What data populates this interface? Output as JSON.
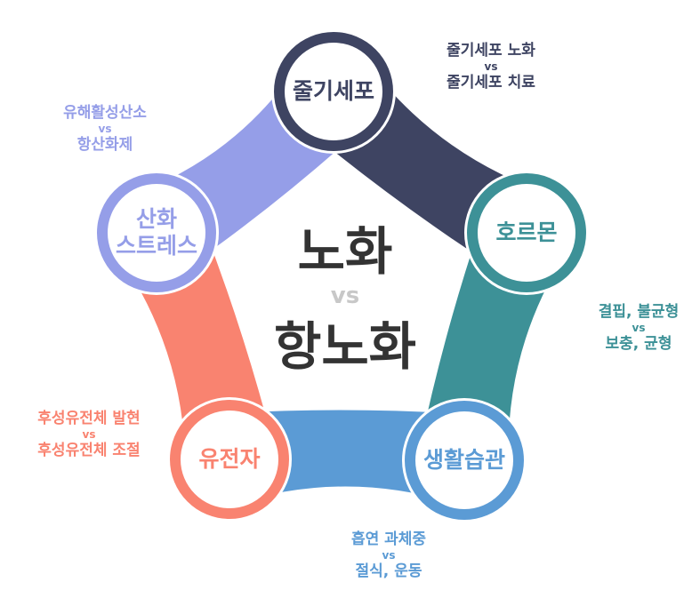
{
  "center": {
    "title_top": "노화",
    "vs": "vs",
    "title_bottom": "항노화"
  },
  "nodes": [
    {
      "id": "stem-cell",
      "label": "줄기세포",
      "color": "#3e4462",
      "caption": [
        "줄기세포 노화",
        "vs",
        "줄기세포 치료"
      ]
    },
    {
      "id": "hormone",
      "label": "호르몬",
      "color": "#3d9197",
      "caption": [
        "결핍, 불균형",
        "vs",
        "보충, 균형"
      ]
    },
    {
      "id": "lifestyle",
      "label": "생활습관",
      "color": "#5b9bd5",
      "caption": [
        "흡연 과체중",
        "vs",
        "절식, 운동"
      ]
    },
    {
      "id": "gene",
      "label": "유전자",
      "color": "#f98370",
      "caption": [
        "후성유전체 발현",
        "vs",
        "후성유전체 조절"
      ]
    },
    {
      "id": "oxidative-stress",
      "label": "산화\n스트레스",
      "label_lines": [
        "산화",
        "스트레스"
      ],
      "color": "#959ee8",
      "caption": [
        "유해활성산소",
        "vs",
        "항산화제"
      ]
    }
  ]
}
